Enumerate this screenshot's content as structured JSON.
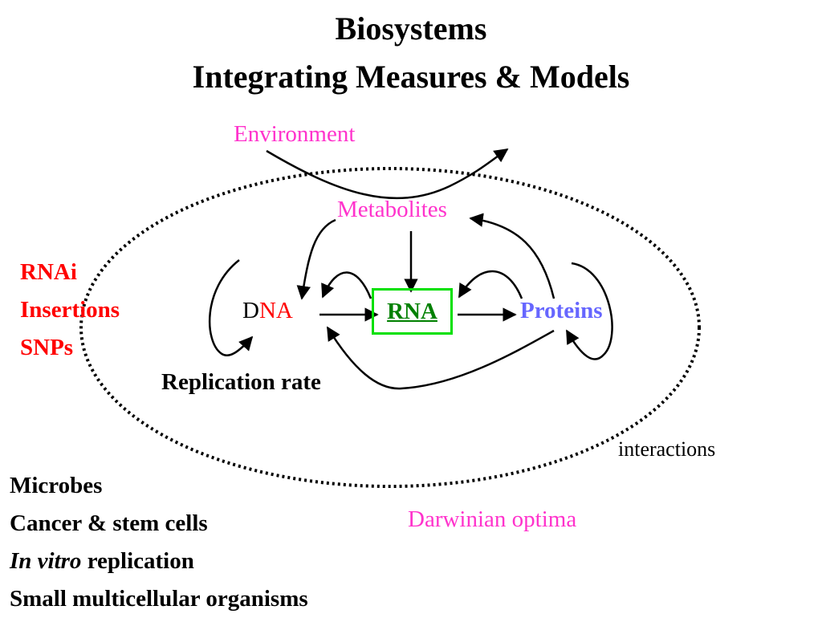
{
  "title": {
    "line1": "Biosystems",
    "line2": "Integrating Measures & Models"
  },
  "colors": {
    "environment": "#ff33cc",
    "metabolites": "#ff33cc",
    "perturbations": "#ff0000",
    "dna_prefix": "#000000",
    "dna_suffix": "#ff0000",
    "rna": "#008000",
    "rna_box": "#00e000",
    "proteins": "#6666ff",
    "optima": "#ff33cc"
  },
  "nodes": {
    "environment": "Environment",
    "metabolites": "Metabolites",
    "dna_d": "D",
    "dna_na": "NA",
    "rna": "RNA",
    "proteins": "Proteins",
    "replication_rate": "Replication rate",
    "interactions": "interactions"
  },
  "perturbations": [
    "RNAi",
    "Insertions",
    "SNPs"
  ],
  "systems": {
    "microbes": "Microbes",
    "cancer": "Cancer & stem cells",
    "in_vitro_italic": "In vitro",
    "in_vitro_rest": " replication",
    "small_organisms": "Small multicellular organisms"
  },
  "optima": "Darwinian optima"
}
